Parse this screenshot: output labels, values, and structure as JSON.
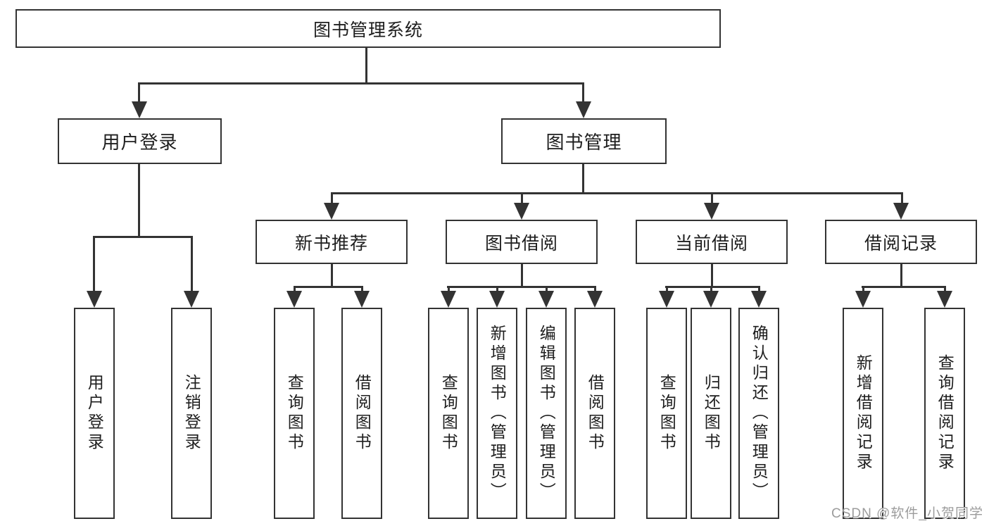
{
  "tree": {
    "root": "图书管理系统",
    "branches": [
      {
        "label": "用户登录",
        "children": [
          "用户登录",
          "注销登录"
        ]
      },
      {
        "label": "图书管理",
        "groups": [
          {
            "label": "新书推荐",
            "children": [
              "查询图书",
              "借阅图书"
            ]
          },
          {
            "label": "图书借阅",
            "children": [
              "查询图书",
              "新增图书（管理员）",
              "编辑图书（管理员）",
              "借阅图书"
            ]
          },
          {
            "label": "当前借阅",
            "children": [
              "查询图书",
              "归还图书",
              "确认归还（管理员）"
            ]
          },
          {
            "label": "借阅记录",
            "children": [
              "新增借阅记录",
              "查询借阅记录"
            ]
          }
        ]
      }
    ]
  },
  "watermark": {
    "text": "CSDN @软件_小贺同学"
  },
  "colors": {
    "line": "#333333",
    "text": "#1e1e1e",
    "box_bg": "#ffffff",
    "watermark": "#9c9c9c"
  }
}
